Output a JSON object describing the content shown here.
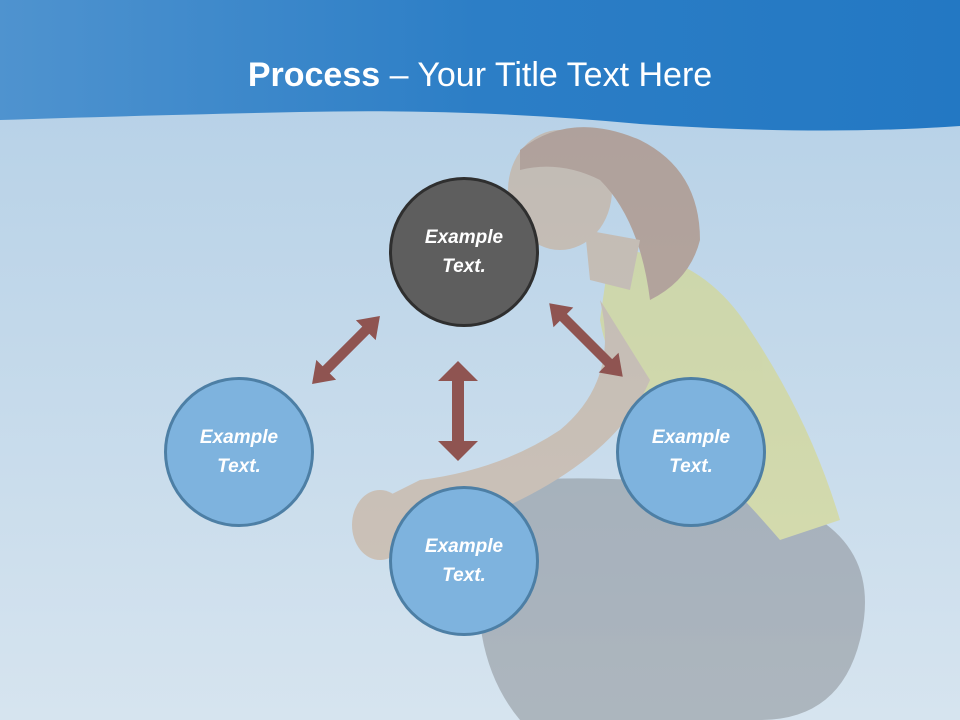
{
  "title": {
    "bold": "Process",
    "rest": " – Your Title Text Here"
  },
  "nodes": {
    "top": "Example Text.",
    "left": "Example Text.",
    "right": "Example Text.",
    "bottom": "Example Text."
  },
  "colors": {
    "banner": "#2e7fc3",
    "arrow": "#8f5451",
    "node_dark": "#5e5e5e",
    "node_blue": "#7eb3de",
    "node_blue_border": "#4d7fa5"
  },
  "icons": {
    "arrow": "double-headed-arrow"
  }
}
